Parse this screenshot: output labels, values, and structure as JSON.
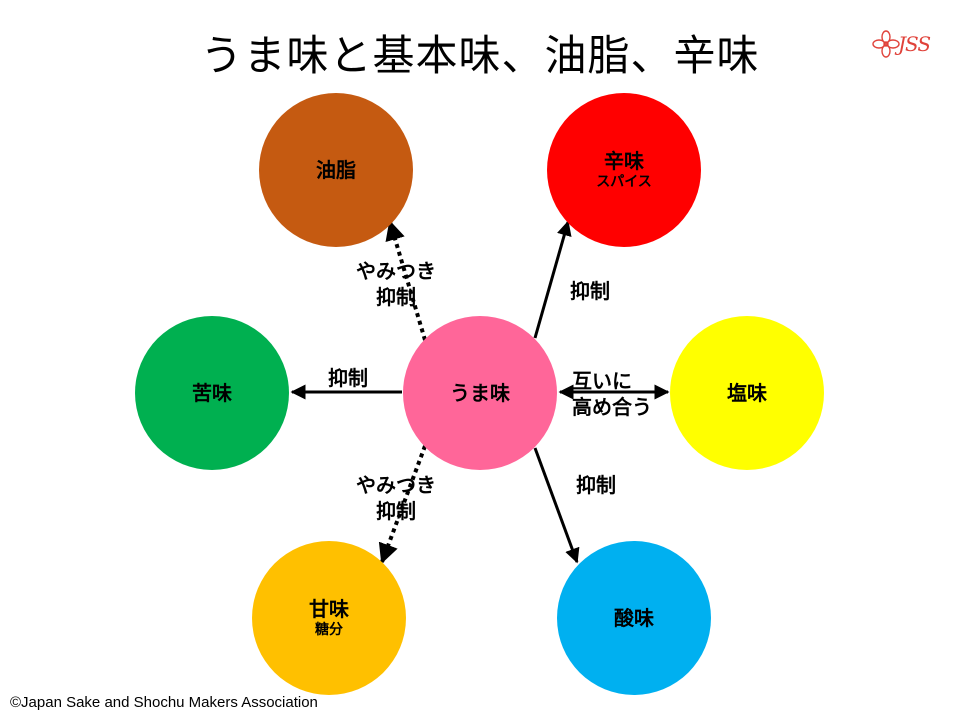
{
  "title": "うま味と基本味、油脂、辛味",
  "logo": {
    "text": "JSS",
    "icon": "flower-icon",
    "color": "#e0423a"
  },
  "nodes": {
    "center": {
      "label": "うま味",
      "color": "#ff6699"
    },
    "fat": {
      "label": "油脂",
      "color": "#c55a11"
    },
    "spicy": {
      "label": "辛味",
      "sublabel": "スパイス",
      "color": "#ff0000"
    },
    "salty": {
      "label": "塩味",
      "color": "#ffff00"
    },
    "sour": {
      "label": "酸味",
      "color": "#00b0f0"
    },
    "sweet": {
      "label": "甘味",
      "sublabel": "糖分",
      "color": "#ffc000"
    },
    "bitter": {
      "label": "苦味",
      "color": "#00b050"
    }
  },
  "edges": {
    "to_fat": {
      "line1": "やみつき",
      "line2": "抑制",
      "style": "dotted"
    },
    "to_spicy": {
      "label": "抑制",
      "style": "solid"
    },
    "to_salty": {
      "line1": "互いに",
      "line2": "高め合う",
      "style": "solid-bidirectional"
    },
    "to_sour": {
      "label": "抑制",
      "style": "solid"
    },
    "to_sweet": {
      "line1": "やみつき",
      "line2": "抑制",
      "style": "dotted"
    },
    "to_bitter": {
      "label": "抑制",
      "style": "solid"
    }
  },
  "footer": {
    "copyright": "©Japan Sake and Shochu Makers Association"
  }
}
